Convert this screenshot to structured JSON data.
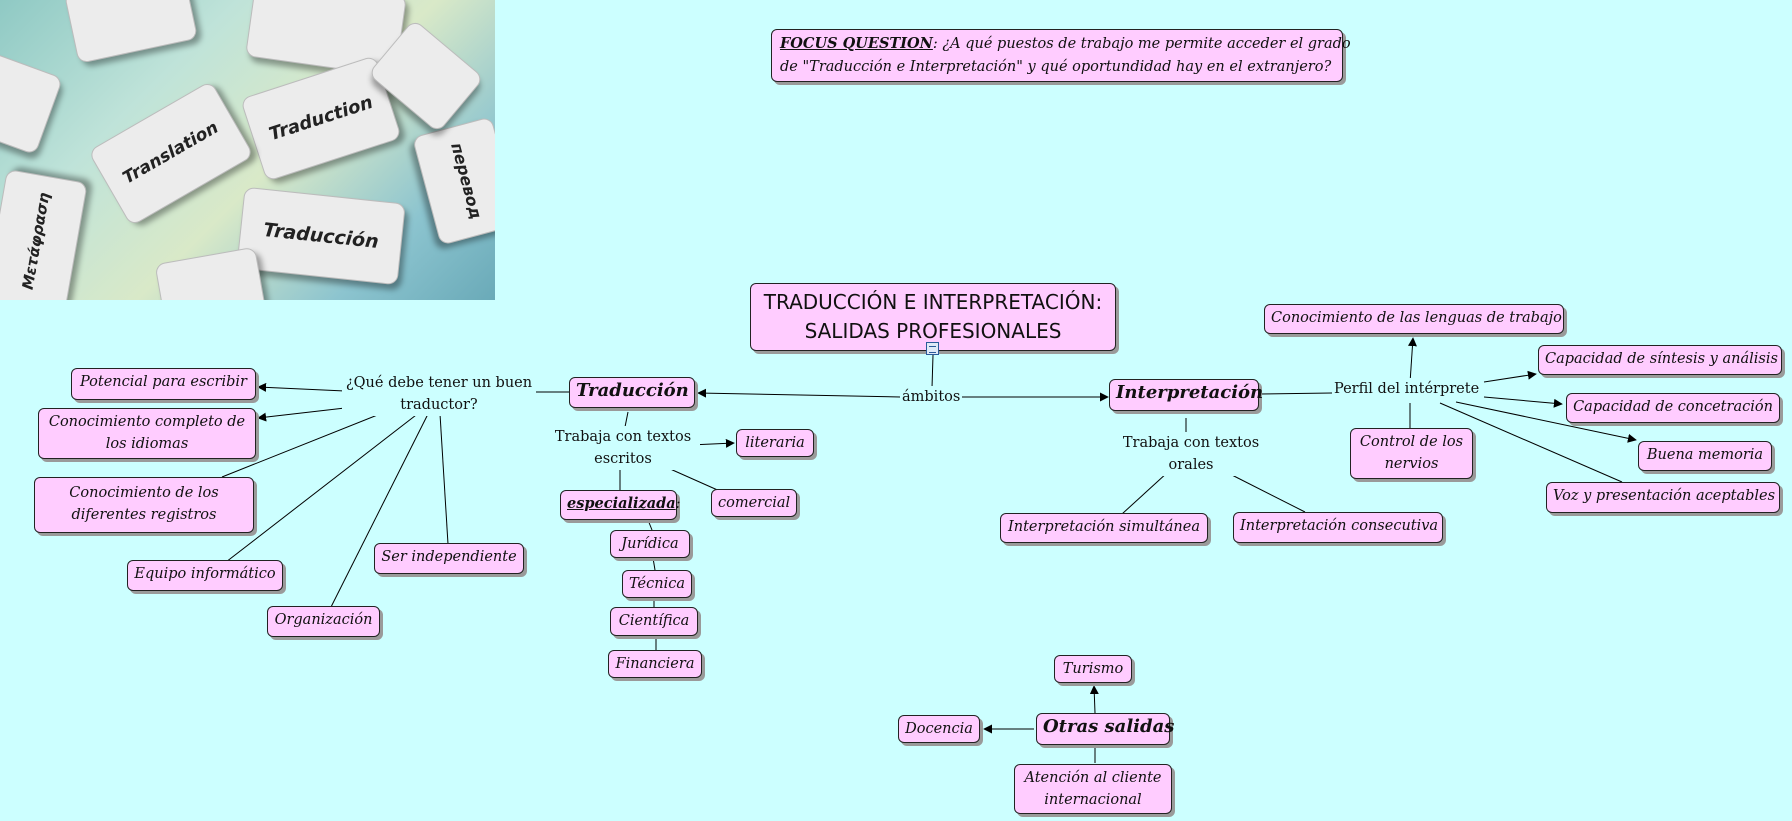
{
  "focus": {
    "label": "FOCUS QUESTION",
    "text_line1": ": ¿A qué puestos de trabajo me permite acceder el grado",
    "text_line2": "de \"Traducción e Interpretación\" y qué oportundidad hay en el extranjero?"
  },
  "photo": {
    "pieces": [
      "Traduction",
      "Translation",
      "Traducción",
      "перевод",
      "Μετάφραση"
    ]
  },
  "main": {
    "line1": "TRADUCCIÓN E INTERPRETACIÓN:",
    "line2": "SALIDAS PROFESIONALES",
    "link_label": "ámbitos"
  },
  "traduccion": {
    "title": "Traducción",
    "question_line1": "¿Qué debe tener un buen",
    "question_line2": "traductor?",
    "qualities": {
      "potencial": "Potencial para escribir",
      "idiomas_line1": "Conocimiento completo de",
      "idiomas_line2": "los idiomas",
      "registros_line1": "Conocimiento de los",
      "registros_line2": "diferentes registros",
      "equipo": "Equipo informático",
      "independiente": "Ser independiente",
      "organizacion": "Organización"
    },
    "textos_line1": "Trabaja con textos",
    "textos_line2": "escritos",
    "literaria": "literaria",
    "comercial": "comercial",
    "especializada": "especializada",
    "especializada_suffix": ":",
    "tipos": {
      "juridica": "Jurídica",
      "tecnica": "Técnica",
      "cientifica": "Científica",
      "financiera": "Financiera"
    }
  },
  "interpretacion": {
    "title": "Interpretación",
    "perfil_label": "Perfil del intérprete",
    "perfil": {
      "lenguas": "Conocimiento de las lenguas de trabajo",
      "sintesis": "Capacidad de síntesis y análisis",
      "concentracion": "Capacidad de concetración",
      "memoria": "Buena memoria",
      "voz": "Voz y presentación aceptables",
      "nervios_line1": "Control de los",
      "nervios_line2": "nervios"
    },
    "textos_line1": "Trabaja con textos",
    "textos_line2": "orales",
    "simultanea": "Interpretación simultánea",
    "consecutiva": "Interpretación consecutiva"
  },
  "otras": {
    "title": "Otras salidas",
    "turismo": "Turismo",
    "docencia": "Docencia",
    "atencion_line1": "Atención al cliente",
    "atencion_line2": "internacional"
  }
}
